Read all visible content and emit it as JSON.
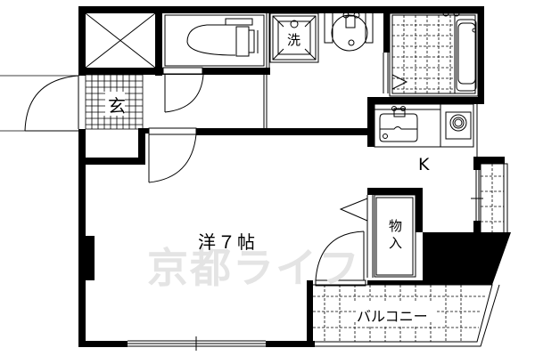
{
  "floor_plan": {
    "rooms": [
      {
        "id": "genkan",
        "label": "玄",
        "meaning": "entrance"
      },
      {
        "id": "western-room",
        "label": "洋７帖",
        "meaning": "Western-style room 7 tatami"
      },
      {
        "id": "kitchen",
        "label": "K",
        "meaning": "kitchen"
      },
      {
        "id": "storage",
        "label_line1": "物",
        "label_line2": "入",
        "meaning": "storage closet"
      },
      {
        "id": "balcony",
        "label": "バルコニー",
        "meaning": "balcony"
      },
      {
        "id": "washer",
        "label": "洗",
        "meaning": "washing machine space"
      }
    ],
    "fixtures": [
      "toilet",
      "washbasin",
      "bathtub",
      "kitchen-sink",
      "stove",
      "washing-machine-pan",
      "shoe-storage"
    ],
    "watermark": "京都ライフ",
    "colors": {
      "wall": "#000000",
      "background": "#ffffff",
      "watermark": "#e4e4e4"
    }
  }
}
